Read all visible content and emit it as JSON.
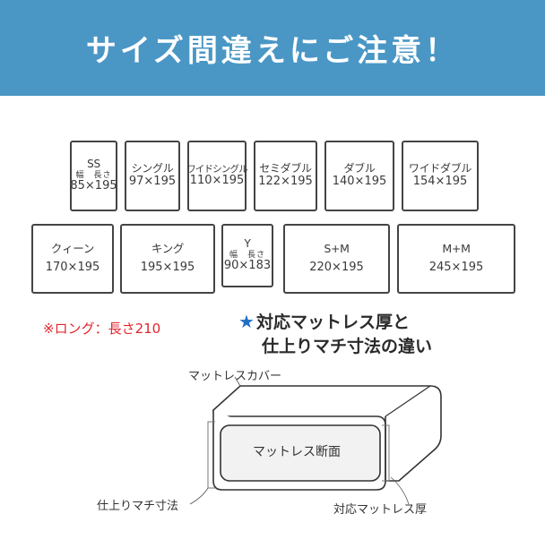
{
  "banner": {
    "title": "サイズ間違えにご注意！"
  },
  "sizes_row1": [
    {
      "name": "SS",
      "sub": "幅　長さ",
      "dim": "85×195"
    },
    {
      "name": "シングル",
      "dim": "97×195"
    },
    {
      "name": "ワイドシングル",
      "dim": "110×195"
    },
    {
      "name": "セミダブル",
      "dim": "122×195"
    },
    {
      "name": "ダブル",
      "dim": "140×195"
    },
    {
      "name": "ワイドダブル",
      "dim": "154×195"
    }
  ],
  "sizes_row2": [
    {
      "name": "クィーン",
      "dim": "170×195"
    },
    {
      "name": "キング",
      "dim": "195×195"
    },
    {
      "name": "Y",
      "sub": "幅　長さ",
      "dim": "90×183"
    },
    {
      "name": "S+M",
      "dim": "220×195"
    },
    {
      "name": "M+M",
      "dim": "245×195"
    }
  ],
  "long_note": "※ロング：長さ210",
  "heading": {
    "line1": "対応マットレス厚と",
    "line2": "仕上りマチ寸法の違い"
  },
  "diagram": {
    "cover_label": "マットレスカバー",
    "section_label": "マットレス断面",
    "gusset_label": "仕上りマチ寸法",
    "thickness_label": "対応マットレス厚"
  },
  "colors": {
    "banner": "#4a97c5",
    "note": "#e3242b",
    "star": "#1f6fc4"
  }
}
